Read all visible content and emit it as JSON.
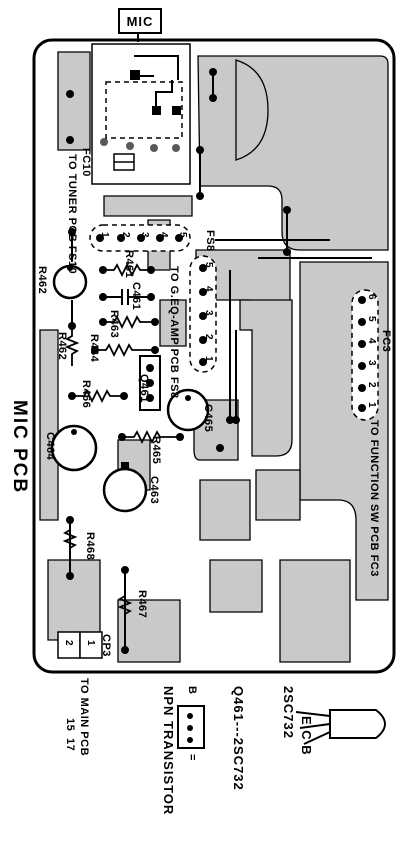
{
  "board": {
    "title": "MIC PCB",
    "mic_label": "MIC",
    "connectors": {
      "fc10": "FC10",
      "fs10_note": "TO TUNER PCB FS10",
      "fs8": "FS8",
      "fs8_note": "TO G.EQ-AMP PCB FS8",
      "fc3": "FC3",
      "fc3_note": "TO FUNCTION SW PCB FC3",
      "cp3": "CP3",
      "cp3_note": "TO MAIN PCB"
    },
    "main_pcb_refs": [
      "15",
      "17"
    ],
    "pin_numbers": [
      "1",
      "2",
      "3",
      "4",
      "5",
      "6"
    ],
    "components": {
      "r461": "R461",
      "c461": "C461",
      "r462": "R462",
      "r463": "R463",
      "r464": "R464",
      "q461": "Q461",
      "r466": "R466",
      "c465": "C465",
      "c464": "C464",
      "r465": "R465",
      "c463": "C463",
      "r468": "R468",
      "r467": "R467"
    }
  },
  "legend": {
    "transistor_pins": "E C B",
    "transistor_part": "2SC732",
    "q461_eq": "Q461---2SC732",
    "base_label": "B",
    "equals": "=",
    "npn": "NPN TRANSISTOR"
  }
}
